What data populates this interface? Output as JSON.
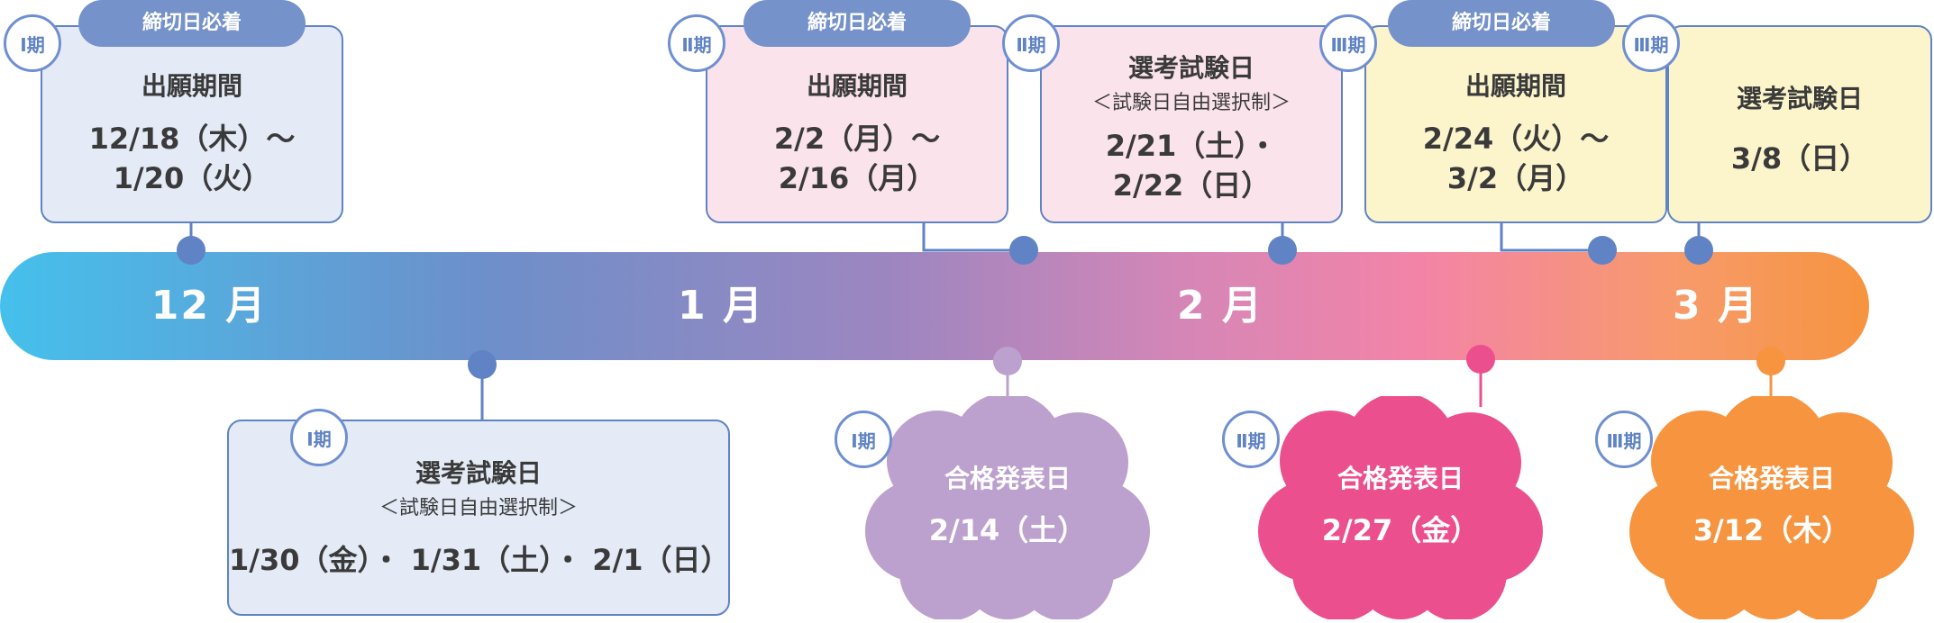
{
  "months": [
    "12 月",
    "1 月",
    "2 月",
    "3 月"
  ],
  "periods": {
    "p1": "Ⅰ期",
    "p2": "Ⅱ期",
    "p3": "Ⅲ期"
  },
  "deadline_badge": "締切日必着",
  "cards": {
    "p1_application": {
      "head": "出願期間",
      "line1": "12/18（木）～",
      "line2": "1/20（火）"
    },
    "p1_exam": {
      "head": "選考試験日",
      "sub": "＜試験日自由選択制＞",
      "line1": "1/30（金）・ 1/31（土）・ 2/1（日）"
    },
    "p2_application": {
      "head": "出願期間",
      "line1": "2/2（月）～",
      "line2": "2/16（月）"
    },
    "p2_exam": {
      "head": "選考試験日",
      "sub": "＜試験日自由選択制＞",
      "line1": "2/21（土）・",
      "line2": "2/22（日）"
    },
    "p3_application": {
      "head": "出願期間",
      "line1": "2/24（火）～",
      "line2": "3/2（月）"
    },
    "p3_exam": {
      "head": "選考試験日",
      "line1": "3/8（日）"
    }
  },
  "results": {
    "p1": {
      "title": "合格発表日",
      "date": "2/14（土）"
    },
    "p2": {
      "title": "合格発表日",
      "date": "2/27（金）"
    },
    "p3": {
      "title": "合格発表日",
      "date": "3/12（木）"
    }
  },
  "colors": {
    "band_start": "#45c0ec",
    "band_end": "#f6943f",
    "card_blue": "#e4ebf7",
    "card_pink": "#fbe3ec",
    "card_yellow": "#fcf5cc",
    "badge": "#7592cb",
    "border": "#5f83c4",
    "result_p1": "#bca0cd",
    "result_p2": "#ec4f8d",
    "result_p3": "#f6943f"
  }
}
